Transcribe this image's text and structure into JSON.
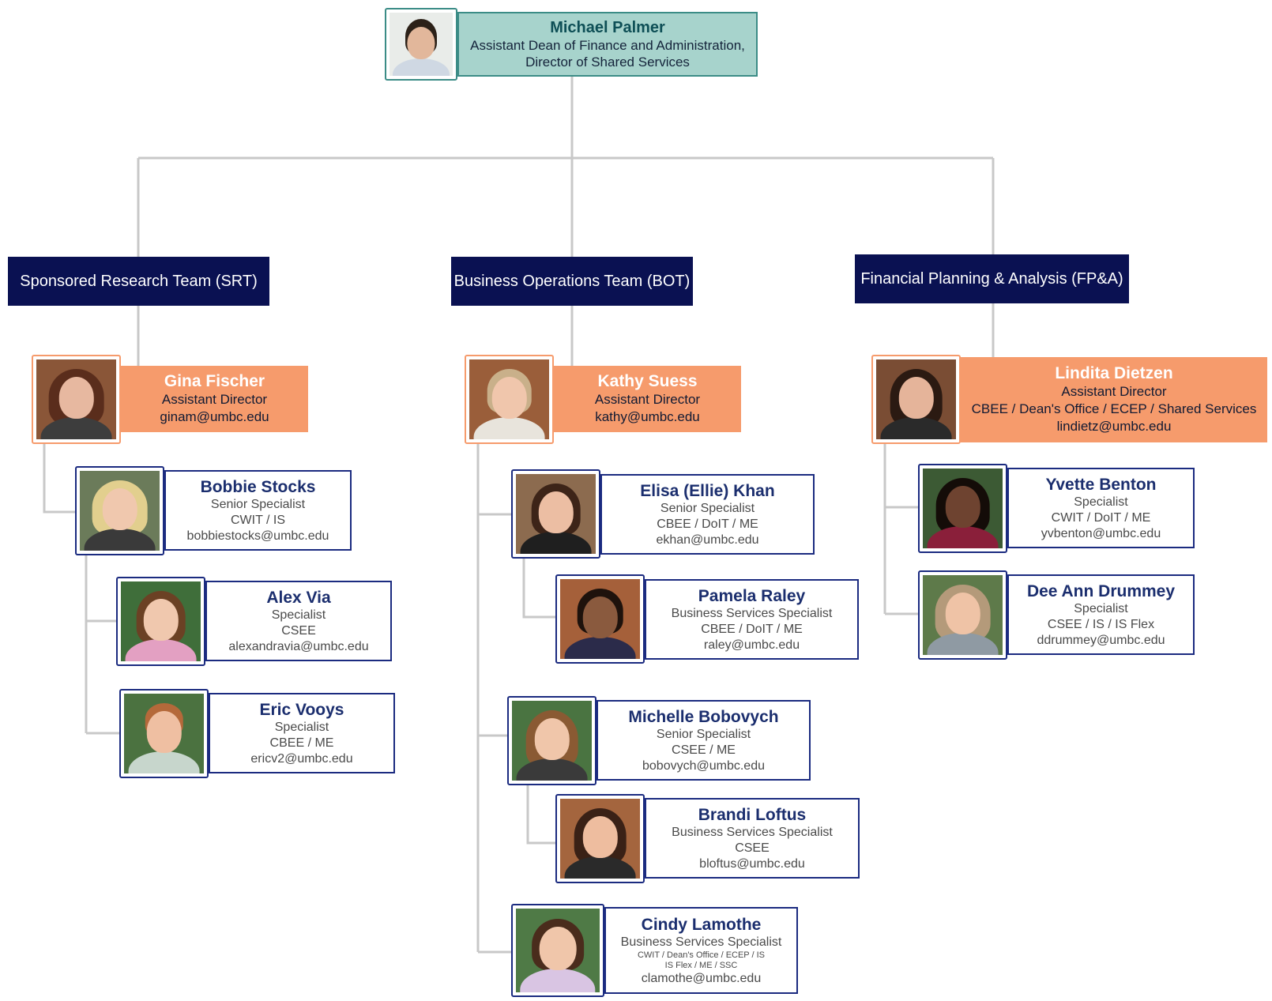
{
  "head": {
    "name": "Michael Palmer",
    "title_line1": "Assistant Dean of Finance and Administration,",
    "title_line2": "Director of Shared Services"
  },
  "teams": {
    "srt": "Sponsored Research Team (SRT)",
    "bot": "Business Operations Team (BOT)",
    "fpa": "Financial Planning & Analysis (FP&A)"
  },
  "directors": {
    "gina": {
      "name": "Gina Fischer",
      "title": "Assistant Director",
      "email": "ginam@umbc.edu"
    },
    "kathy": {
      "name": "Kathy Suess",
      "title": "Assistant Director",
      "email": "kathy@umbc.edu"
    },
    "lindita": {
      "name": "Lindita Dietzen",
      "title": "Assistant Director",
      "depts": "CBEE / Dean's Office / ECEP / Shared Services",
      "email": "lindietz@umbc.edu"
    }
  },
  "staff": {
    "bobbie": {
      "name": "Bobbie Stocks",
      "title": "Senior Specialist",
      "depts": "CWIT / IS",
      "email": "bobbiestocks@umbc.edu"
    },
    "alex": {
      "name": "Alex Via",
      "title": "Specialist",
      "depts": "CSEE",
      "email": "alexandravia@umbc.edu"
    },
    "eric": {
      "name": "Eric Vooys",
      "title": "Specialist",
      "depts": "CBEE / ME",
      "email": "ericv2@umbc.edu"
    },
    "elisa": {
      "name": "Elisa (Ellie) Khan",
      "title": "Senior Specialist",
      "depts": "CBEE / DoIT / ME",
      "email": "ekhan@umbc.edu"
    },
    "pamela": {
      "name": "Pamela Raley",
      "title": "Business Services Specialist",
      "depts": "CBEE / DoIT / ME",
      "email": "raley@umbc.edu"
    },
    "michelle": {
      "name": "Michelle Bobovych",
      "title": "Senior Specialist",
      "depts": "CSEE / ME",
      "email": "bobovych@umbc.edu"
    },
    "brandi": {
      "name": "Brandi Loftus",
      "title": "Business Services Specialist",
      "depts": "CSEE",
      "email": "bloftus@umbc.edu"
    },
    "cindy": {
      "name": "Cindy Lamothe",
      "title": "Business Services Specialist",
      "depts_line1": "CWIT / Dean's Office / ECEP / IS",
      "depts_line2": "IS Flex / ME / SSC",
      "email": "clamothe@umbc.edu"
    },
    "yvette": {
      "name": "Yvette Benton",
      "title": "Specialist",
      "depts": "CWIT / DoIT / ME",
      "email": "yvbenton@umbc.edu"
    },
    "deeann": {
      "name": "Dee Ann Drummey",
      "title": "Specialist",
      "depts": "CSEE / IS / IS Flex",
      "email": "ddrummey@umbc.edu"
    }
  },
  "colors": {
    "head_fill": "#a7d3cc",
    "team_fill": "#0a1152",
    "director_fill": "#f69b6c",
    "staff_border": "#1b2b80",
    "connector": "#c8c8c8"
  }
}
